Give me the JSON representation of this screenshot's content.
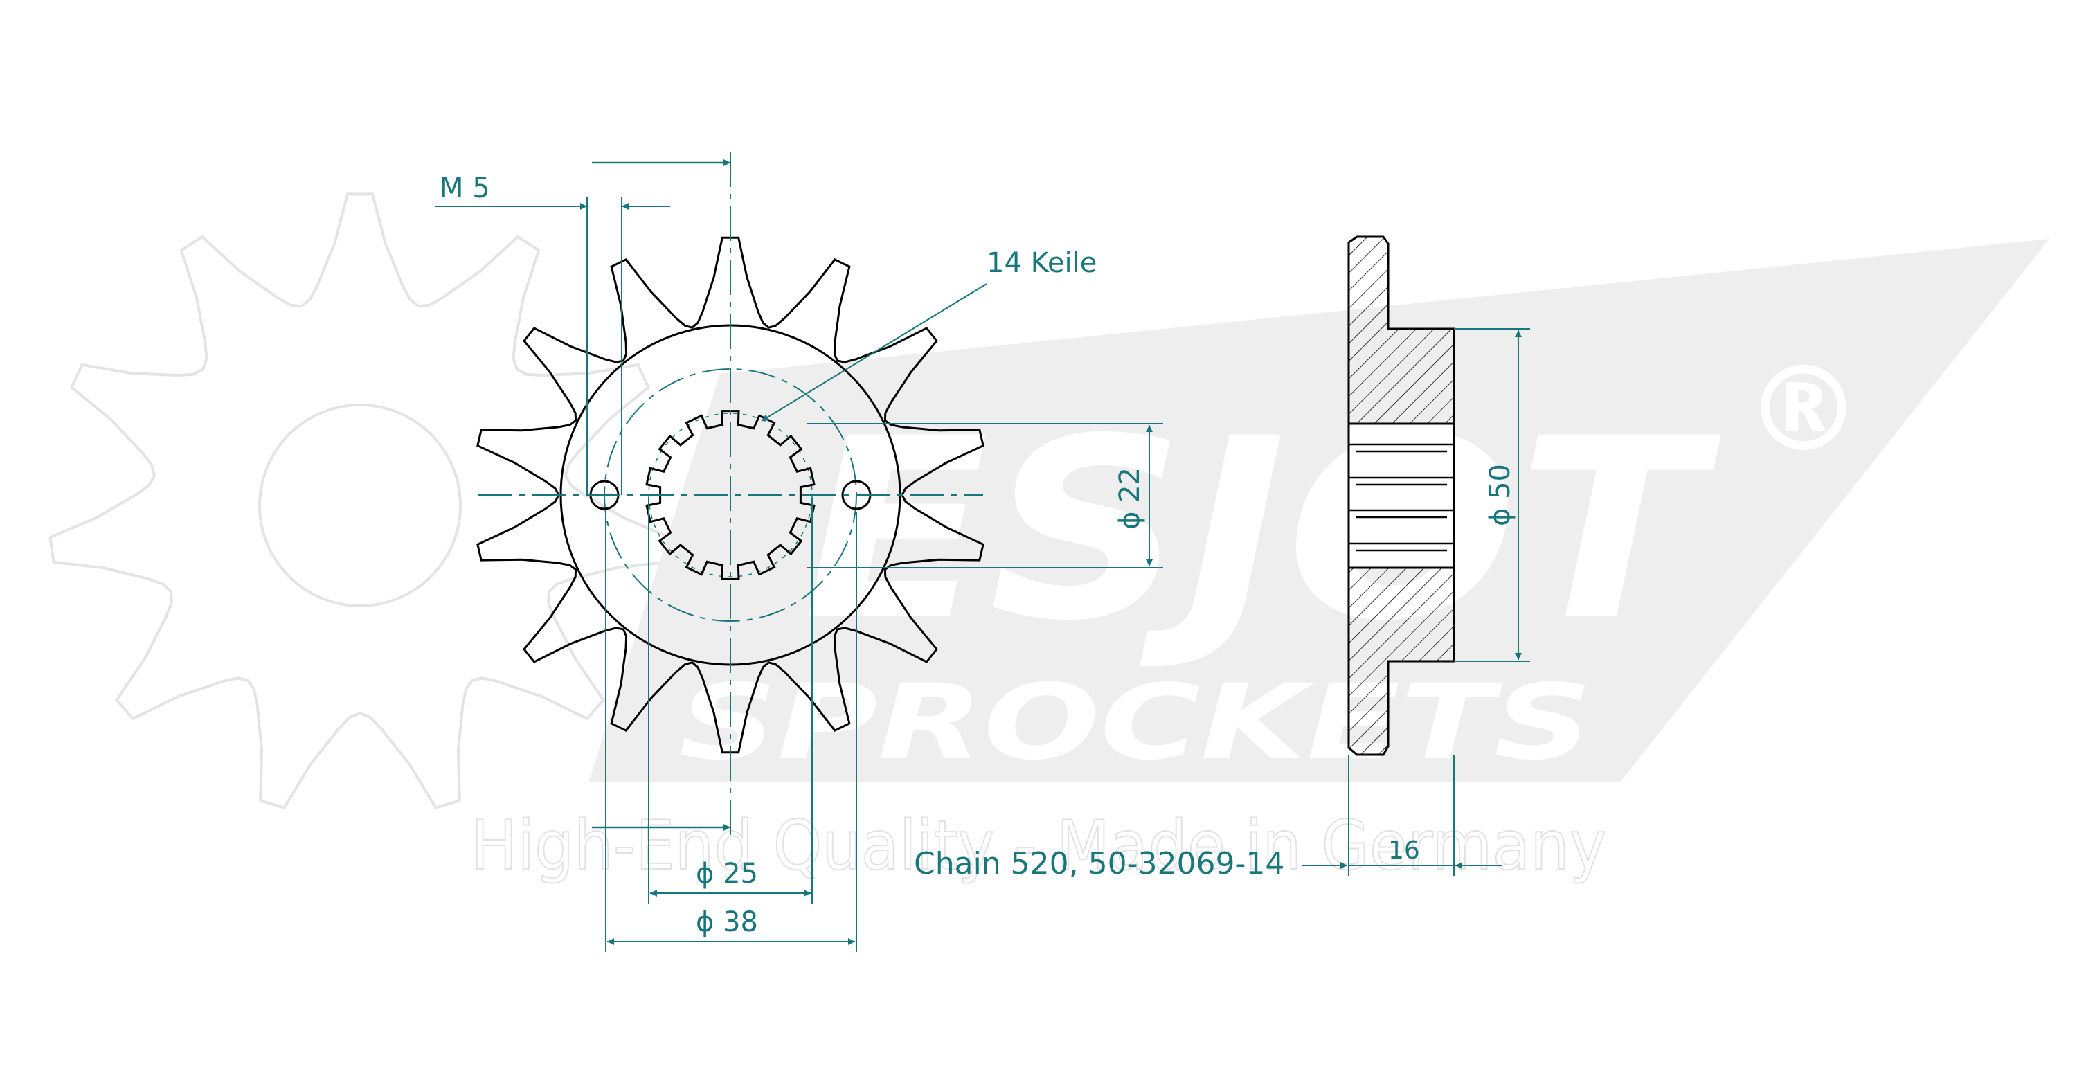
{
  "watermark": {
    "brand": "ESJOT",
    "registered": "®",
    "sub_brand": "SPROCKETS",
    "tagline": "High-End Quality - Made in Germany"
  },
  "labels": {
    "thread": "M 5",
    "splines": "14 Keile",
    "dia_spline": "ϕ 22",
    "dia_inner": "ϕ 25",
    "dia_bolt": "ϕ 38",
    "dia_hub": "ϕ 50",
    "width": "16",
    "caption": "Chain 520, 50-32069-14"
  },
  "sprocket": {
    "teeth": 14,
    "splines": 14
  },
  "colors": {
    "line": "#000000",
    "dimension": "#17777a",
    "watermark": "#e6e6e6"
  }
}
